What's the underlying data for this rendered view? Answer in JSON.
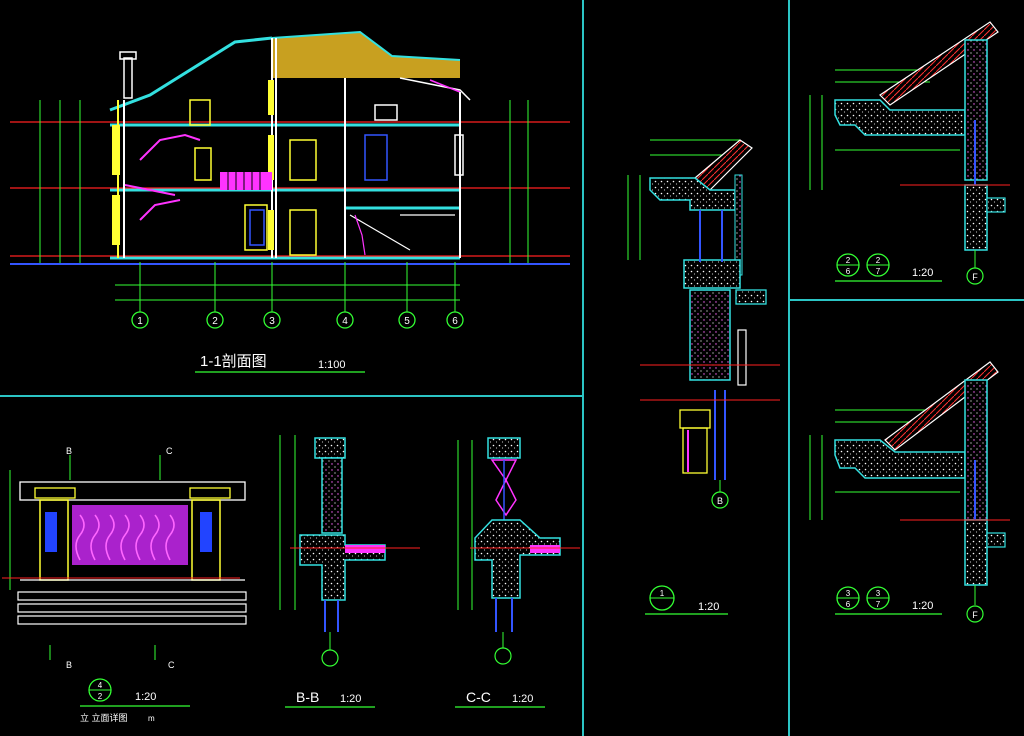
{
  "section_11": {
    "title": "1-1剖面图",
    "scale": "1:100",
    "axes": [
      "1",
      "2",
      "3",
      "4",
      "5",
      "6"
    ]
  },
  "balcony_elev": {
    "marker_top": "4",
    "marker_bottom": "2",
    "scale": "1:20",
    "caption": "立 立面详图",
    "caption_suffix": "m",
    "cut_b": "B",
    "cut_c": "C"
  },
  "section_bb": {
    "title": "B-B",
    "scale": "1:20"
  },
  "section_cc": {
    "title": "C-C",
    "scale": "1:20"
  },
  "eave_detail_1": {
    "marker": "1",
    "scale": "1:20",
    "axis": "B"
  },
  "eave_detail_2": {
    "marker_a_top": "2",
    "marker_a_bottom": "6",
    "marker_b_top": "2",
    "marker_b_bottom": "7",
    "scale": "1:20",
    "axis": "F"
  },
  "eave_detail_3": {
    "marker_a_top": "3",
    "marker_a_bottom": "6",
    "marker_b_top": "3",
    "marker_b_bottom": "7",
    "scale": "1:20",
    "axis": "F"
  },
  "colors": {
    "frame": "#2bc5c5",
    "white": "#ffffff",
    "green": "#33ff33",
    "cyan": "#33e0e0",
    "red": "#ff2020",
    "yellow": "#ffff33",
    "magenta": "#ff33ff",
    "blue": "#3355ff",
    "ochre": "#c8a020"
  }
}
